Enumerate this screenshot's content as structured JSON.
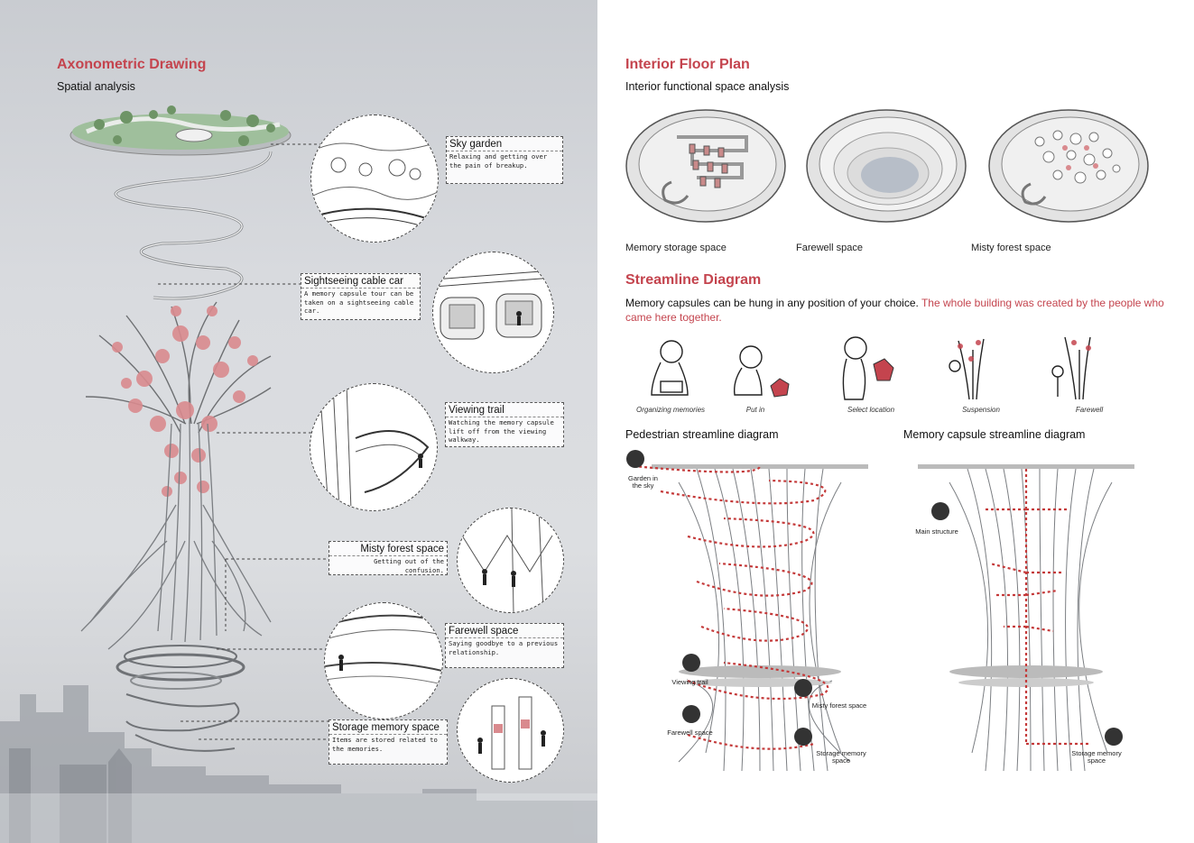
{
  "left": {
    "title": "Axonometric Drawing",
    "subtitle": "Spatial analysis",
    "callouts": [
      {
        "id": "sky",
        "title": "Sky garden",
        "desc": "Relaxing and getting over the pain of breakup."
      },
      {
        "id": "cable",
        "title": "Sightseeing cable car",
        "desc": "A memory capsule tour can be taken on a sightseeing cable car."
      },
      {
        "id": "trail",
        "title": "Viewing trail",
        "desc": "Watching the memory capsule lift off from the viewing walkway."
      },
      {
        "id": "forest",
        "title": "Misty forest space",
        "desc": "Getting out of the confusion."
      },
      {
        "id": "farewell",
        "title": "Farewell space",
        "desc": "Saying goodbye to a previous relationship."
      },
      {
        "id": "storage",
        "title": "Storage memory space",
        "desc": "Items are stored related to the memories."
      }
    ]
  },
  "right": {
    "floor_title": "Interior Floor Plan",
    "floor_subtitle": "Interior functional space analysis",
    "plans": [
      "Memory storage space",
      "Farewell  space",
      "Misty forest space"
    ],
    "stream_title": "Streamline Diagram",
    "stream_text_black": "Memory capsules can be hung in any position of your choice. ",
    "stream_text_red": "The whole building was created by the people who came here together.",
    "steps": [
      "Organizing memories",
      "Put in",
      "Select location",
      "Suspension",
      "Farewell"
    ],
    "ped_title": "Pedestrian streamline diagram",
    "cap_title": "Memory capsule streamline diagram",
    "ped_labels": [
      "Garden in the sky",
      "Viewing trail",
      "Misty forest space",
      "Farewell space",
      "Storage memory space"
    ],
    "cap_labels": [
      "Main structure",
      "Storage memory space"
    ]
  },
  "colors": {
    "accent": "#c4444e",
    "blossom": "#d98a8e",
    "route": "#c43a3a"
  }
}
